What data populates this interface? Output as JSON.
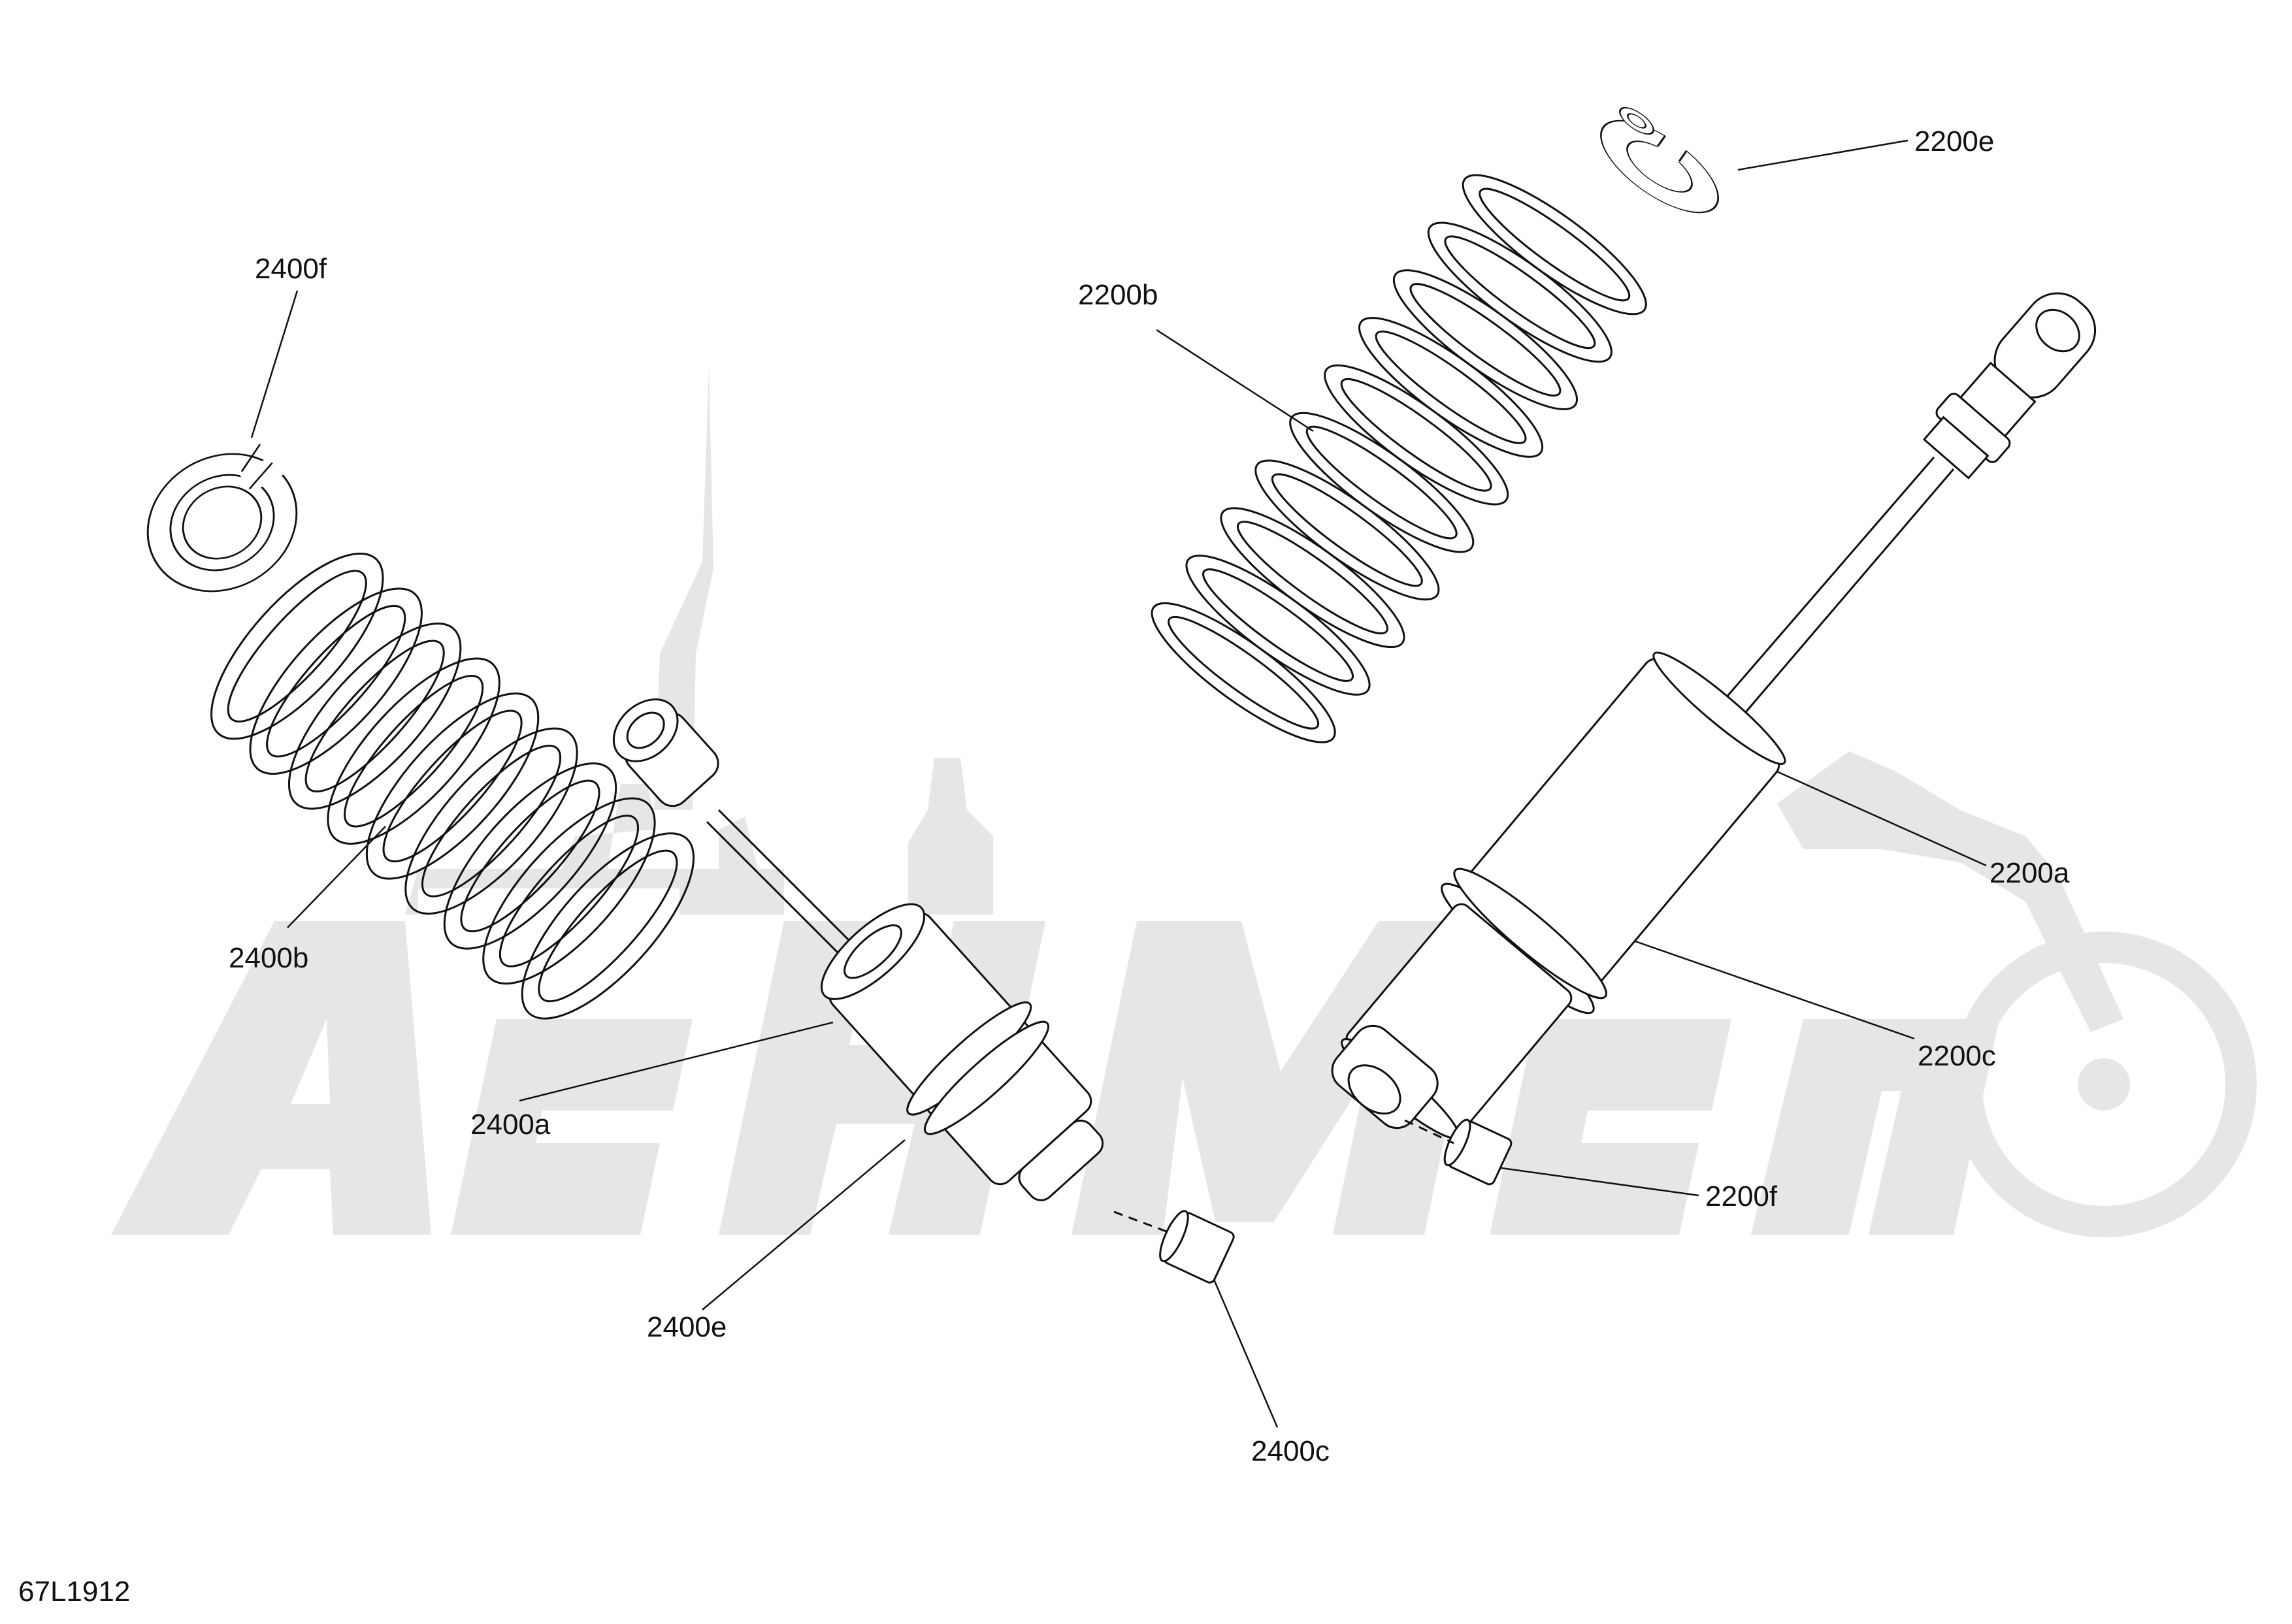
{
  "watermark": {
    "text": "AeHMem",
    "color": "#e4e4e4"
  },
  "callouts": {
    "p2200e": "2200e",
    "p2200b": "2200b",
    "p2200a": "2200a",
    "p2200c": "2200c",
    "p2200f": "2200f",
    "p2400f": "2400f",
    "p2400b": "2400b",
    "p2400a": "2400a",
    "p2400e": "2400e",
    "p2400c": "2400c"
  },
  "drawing_id": "67L1912",
  "colors": {
    "line": "#111111",
    "background": "#ffffff"
  }
}
